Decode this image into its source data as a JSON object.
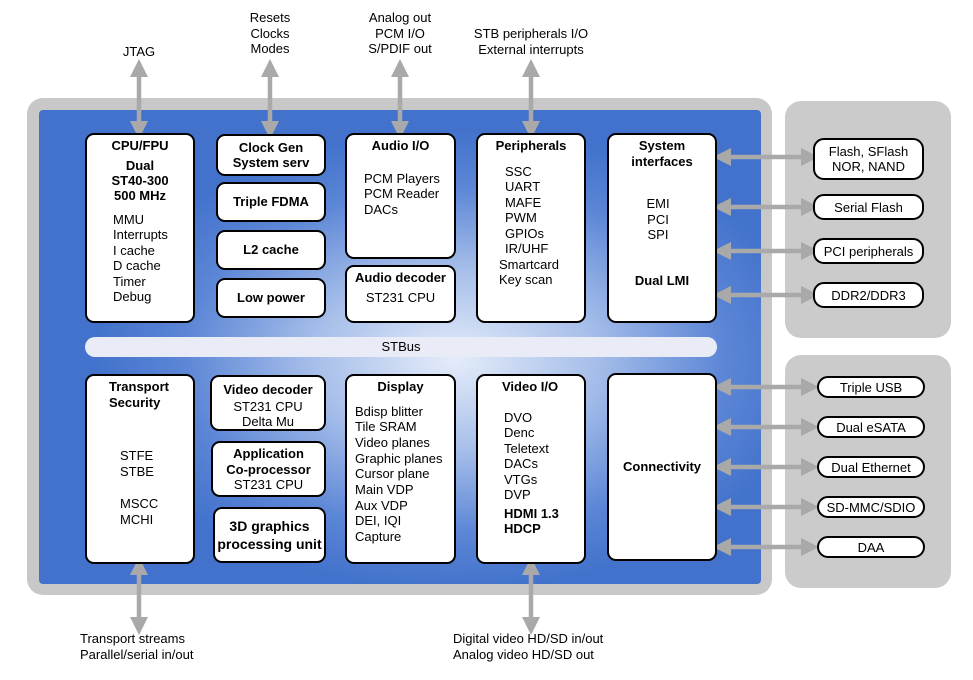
{
  "external_top": {
    "jtag": [
      "JTAG"
    ],
    "resets": [
      "Resets",
      "Clocks",
      "Modes"
    ],
    "analog": [
      "Analog out",
      "PCM I/O",
      "S/PDIF out"
    ],
    "stb": [
      "STB peripherals I/O",
      "External interrupts"
    ]
  },
  "external_bottom": {
    "transport": [
      "Transport streams",
      "Parallel/serial in/out"
    ],
    "video": [
      "Digital video HD/SD in/out",
      "Analog video HD/SD out"
    ]
  },
  "blocks": {
    "cpu": {
      "title": "CPU/FPU",
      "bold_lines": [
        "Dual",
        "ST40-300",
        "500 MHz"
      ],
      "lines": [
        "MMU",
        "Interrupts",
        "I cache",
        "D cache",
        "Timer",
        "Debug"
      ]
    },
    "clock_gen": [
      "Clock Gen",
      "System serv"
    ],
    "triple_fdma": [
      "Triple FDMA"
    ],
    "l2_cache": [
      "L2 cache"
    ],
    "low_power": [
      "Low power"
    ],
    "audio_io": {
      "title": "Audio I/O",
      "lines": [
        "PCM Players",
        "PCM Reader",
        "DACs"
      ]
    },
    "audio_decoder": {
      "title": "Audio decoder",
      "lines": [
        "ST231 CPU"
      ]
    },
    "peripherals": {
      "title": "Peripherals",
      "lines": [
        "SSC",
        "UART",
        "MAFE",
        "PWM",
        "GPIOs",
        "IR/UHF",
        "Smartcard",
        "Key scan"
      ]
    },
    "system_interfaces": {
      "title": [
        "System",
        "interfaces"
      ],
      "lines": [
        "EMI",
        "PCI",
        "SPI"
      ],
      "footer": "Dual LMI"
    },
    "stbus": "STBus",
    "transport_security": {
      "title": [
        "Transport",
        "Security"
      ],
      "lines1": [
        "STFE",
        "STBE"
      ],
      "lines2": [
        "MSCC",
        "MCHI"
      ]
    },
    "video_decoder": {
      "title": "Video decoder",
      "lines": [
        "ST231 CPU",
        "Delta Mu"
      ]
    },
    "application": {
      "title": [
        "Application",
        "Co-processor"
      ],
      "lines": [
        "ST231 CPU"
      ]
    },
    "graphics_3d": [
      "3D graphics",
      "processing unit"
    ],
    "display": {
      "title": "Display",
      "lines": [
        "Bdisp blitter",
        "Tile SRAM",
        "Video planes",
        "Graphic planes",
        "Cursor plane",
        "Main VDP",
        "Aux VDP",
        "DEI, IQI",
        "Capture"
      ]
    },
    "video_io": {
      "title": "Video I/O",
      "lines": [
        "DVO",
        "Denc",
        "Teletext",
        "DACs",
        "VTGs",
        "DVP"
      ],
      "bold_lines": [
        "HDMI 1.3",
        "HDCP"
      ]
    },
    "connectivity": "Connectivity"
  },
  "memory_side": [
    [
      "Flash, SFlash",
      "NOR, NAND"
    ],
    [
      "Serial Flash"
    ],
    [
      "PCI peripherals"
    ],
    [
      "DDR2/DDR3"
    ]
  ],
  "connectivity_side": [
    [
      "Triple USB"
    ],
    [
      "Dual eSATA"
    ],
    [
      "Dual Ethernet"
    ],
    [
      "SD-MMC/SDIO"
    ],
    [
      "DAA"
    ]
  ]
}
